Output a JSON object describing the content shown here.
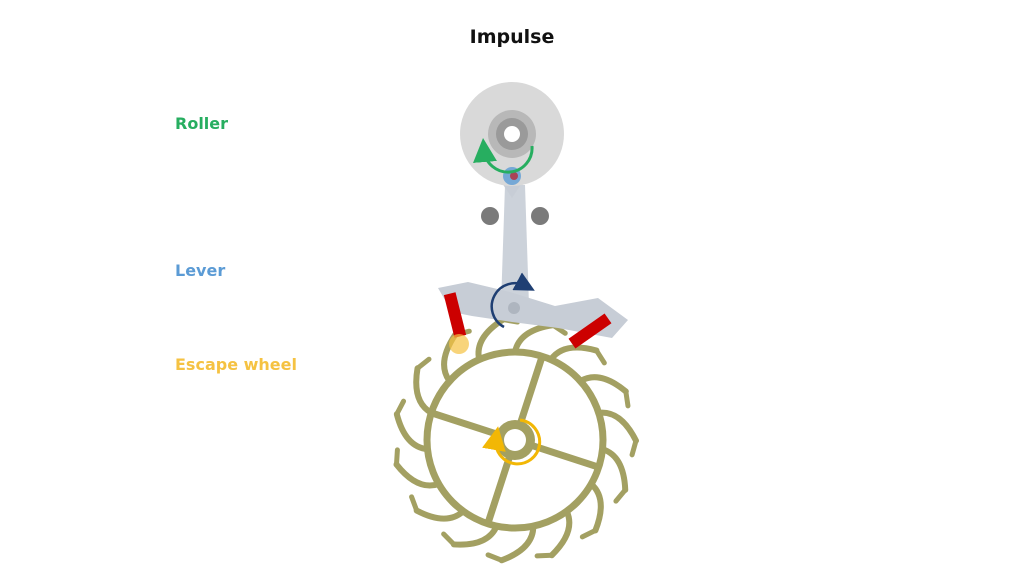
{
  "title": "Impulse",
  "labels": {
    "roller": "Roller",
    "lever": "Lever",
    "escape_wheel": "Escape wheel"
  },
  "colors": {
    "roller": "#27ae60",
    "lever": "#5b9bd5",
    "escape_wheel": "#f5c242",
    "wheel_metal": "#a3a062",
    "lever_metal": "#c7cdd6",
    "pallet_jewel": "#cc0000",
    "roller_disc": "#d9d9d9",
    "lever_arrow": "#1f3f73",
    "wheel_arrow": "#f2b705"
  },
  "icons": {
    "roller_rotation": "counterclockwise-arrow-icon",
    "lever_rotation": "clockwise-arrow-icon",
    "wheel_rotation": "clockwise-arrow-icon"
  }
}
